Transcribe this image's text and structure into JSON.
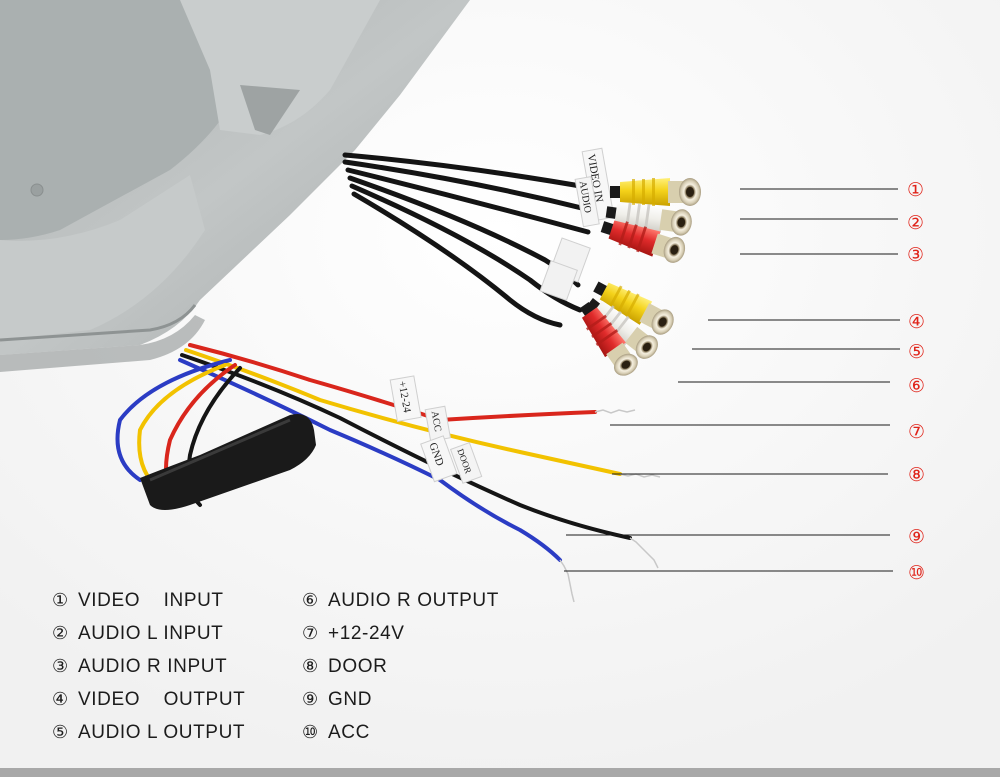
{
  "callouts": [
    "①",
    "②",
    "③",
    "④",
    "⑤",
    "⑥",
    "⑦",
    "⑧",
    "⑨",
    "⑩"
  ],
  "legend_left": [
    {
      "num": "①",
      "text": "VIDEO    INPUT"
    },
    {
      "num": "②",
      "text": "AUDIO L INPUT"
    },
    {
      "num": "③",
      "text": "AUDIO R INPUT"
    },
    {
      "num": "④",
      "text": "VIDEO    OUTPUT"
    },
    {
      "num": "⑤",
      "text": "AUDIO L OUTPUT"
    }
  ],
  "legend_right": [
    {
      "num": "⑥",
      "text": "AUDIO R OUTPUT"
    },
    {
      "num": "⑦",
      "text": "+12-24V"
    },
    {
      "num": "⑧",
      "text": "DOOR"
    },
    {
      "num": "⑨",
      "text": "GND"
    },
    {
      "num": "⑩",
      "text": "ACC"
    }
  ],
  "wire_tags": {
    "video_in": "VIDEO IN",
    "audio": "AUDIO",
    "power": "+12-24",
    "gnd": "GND",
    "door": "DOOR",
    "acc": "ACC"
  },
  "colors": {
    "housing": "#b9bdbd",
    "rca_yellow": "#f4d21a",
    "rca_white": "#f2f2f0",
    "rca_red": "#e02b2b",
    "wire_red": "#d9261c",
    "wire_yellow": "#f2c200",
    "wire_blue": "#2b3cc4",
    "wire_black": "#151515",
    "callout_red": "#e0241a"
  }
}
